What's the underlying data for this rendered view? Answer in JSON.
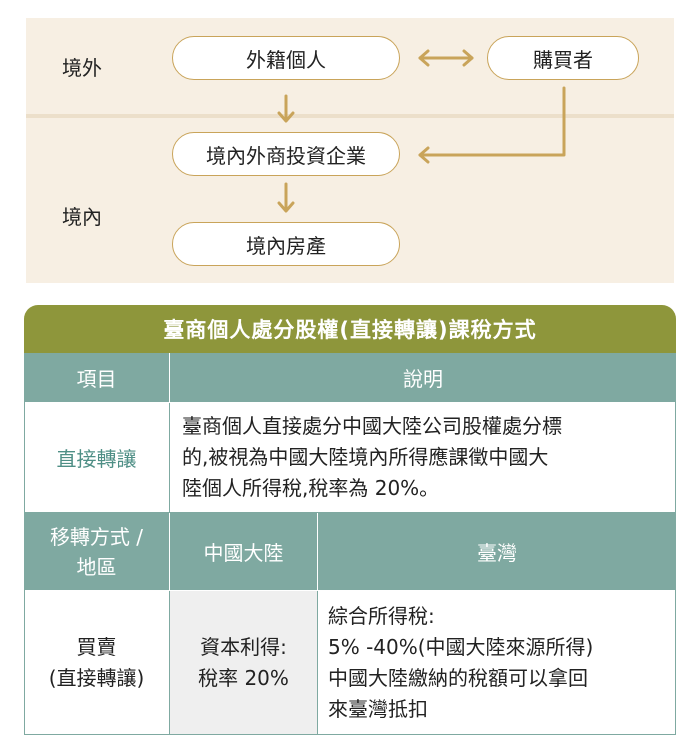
{
  "diagram": {
    "zone_outside": "境外",
    "zone_inside": "境內",
    "boxes": {
      "foreign_individual": "外籍個人",
      "buyer": "購買者",
      "fie": "境內外商投資企業",
      "property": "境內房產"
    },
    "colors": {
      "arrow": "#c9a45a",
      "band": "#f7efe3",
      "box_border": "#c9a45a"
    }
  },
  "table": {
    "title": "臺商個人處分股權(直接轉讓)課稅方式",
    "header": {
      "item": "項目",
      "desc": "說明"
    },
    "row1": {
      "label": "直接轉讓",
      "desc_lines": [
        "臺商個人直接處分中國大陸公司股權處分標",
        "的,被視為中國大陸境內所得應課徵中國大",
        "陸個人所得稅,稅率為 20%。"
      ]
    },
    "row2": {
      "label_lines": [
        "移轉方式 /",
        "地區"
      ],
      "col_mainland": "中國大陸",
      "col_taiwan": "臺灣"
    },
    "row3": {
      "label_lines": [
        "買賣",
        "(直接轉讓)"
      ],
      "mainland_lines": [
        "資本利得:",
        "稅率 20%"
      ],
      "taiwan_lines": [
        "綜合所得稅:",
        "5% -40%(中國大陸來源所得)",
        "中國大陸繳納的稅額可以拿回",
        "來臺灣抵扣"
      ]
    },
    "colors": {
      "title_bg": "#8e963b",
      "header_bg": "#7fa9a1",
      "label_text": "#4f8f86",
      "grey_cell": "#efefef"
    }
  }
}
